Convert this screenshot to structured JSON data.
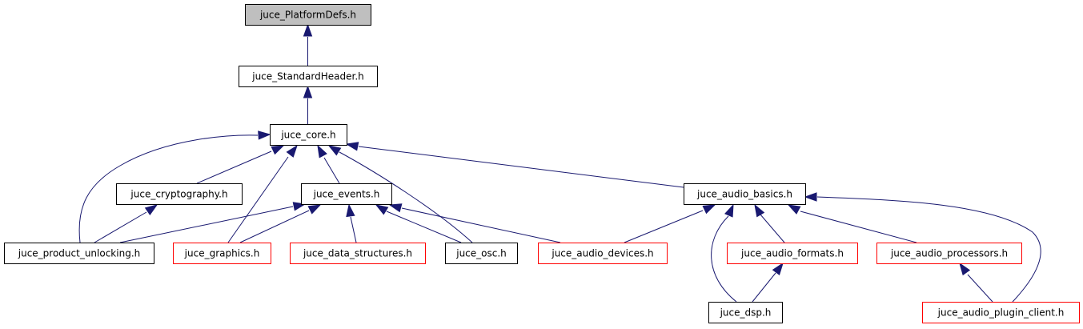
{
  "diagram": {
    "type": "include-dependency-graph",
    "colors": {
      "edge": "#191970",
      "node_border_default": "#000000",
      "node_border_linked": "#404040",
      "node_border_incomplete": "#ff0000",
      "node_fill_root": "#bfbfbf",
      "node_fill": "#ffffff"
    },
    "nodes": [
      {
        "id": "platformdefs",
        "label": "juce_PlatformDefs.h",
        "style": "root"
      },
      {
        "id": "standardheader",
        "label": "juce_StandardHeader.h",
        "style": "normal"
      },
      {
        "id": "core",
        "label": "juce_core.h",
        "style": "normal"
      },
      {
        "id": "cryptography",
        "label": "juce_cryptography.h",
        "style": "normal"
      },
      {
        "id": "events",
        "label": "juce_events.h",
        "style": "normal"
      },
      {
        "id": "audio_basics",
        "label": "juce_audio_basics.h",
        "style": "normal"
      },
      {
        "id": "product_unlocking",
        "label": "juce_product_unlocking.h",
        "style": "normal"
      },
      {
        "id": "graphics",
        "label": "juce_graphics.h",
        "style": "incomplete"
      },
      {
        "id": "data_structures",
        "label": "juce_data_structures.h",
        "style": "incomplete"
      },
      {
        "id": "osc",
        "label": "juce_osc.h",
        "style": "normal"
      },
      {
        "id": "audio_devices",
        "label": "juce_audio_devices.h",
        "style": "incomplete"
      },
      {
        "id": "audio_formats",
        "label": "juce_audio_formats.h",
        "style": "incomplete"
      },
      {
        "id": "audio_processors",
        "label": "juce_audio_processors.h",
        "style": "incomplete"
      },
      {
        "id": "dsp",
        "label": "juce_dsp.h",
        "style": "normal"
      },
      {
        "id": "audio_plugin_client",
        "label": "juce_audio_plugin_client.h",
        "style": "incomplete"
      }
    ],
    "edges": [
      {
        "from": "standardheader",
        "to": "platformdefs"
      },
      {
        "from": "core",
        "to": "standardheader"
      },
      {
        "from": "cryptography",
        "to": "core"
      },
      {
        "from": "events",
        "to": "core"
      },
      {
        "from": "audio_basics",
        "to": "core"
      },
      {
        "from": "product_unlocking",
        "to": "core"
      },
      {
        "from": "graphics",
        "to": "core"
      },
      {
        "from": "osc",
        "to": "core"
      },
      {
        "from": "product_unlocking",
        "to": "cryptography"
      },
      {
        "from": "product_unlocking",
        "to": "events"
      },
      {
        "from": "graphics",
        "to": "events"
      },
      {
        "from": "data_structures",
        "to": "events"
      },
      {
        "from": "osc",
        "to": "events"
      },
      {
        "from": "audio_devices",
        "to": "events"
      },
      {
        "from": "audio_devices",
        "to": "audio_basics"
      },
      {
        "from": "dsp",
        "to": "audio_basics"
      },
      {
        "from": "audio_formats",
        "to": "audio_basics"
      },
      {
        "from": "audio_processors",
        "to": "audio_basics"
      },
      {
        "from": "audio_plugin_client",
        "to": "audio_basics"
      },
      {
        "from": "dsp",
        "to": "audio_formats"
      },
      {
        "from": "audio_plugin_client",
        "to": "audio_processors"
      }
    ]
  }
}
